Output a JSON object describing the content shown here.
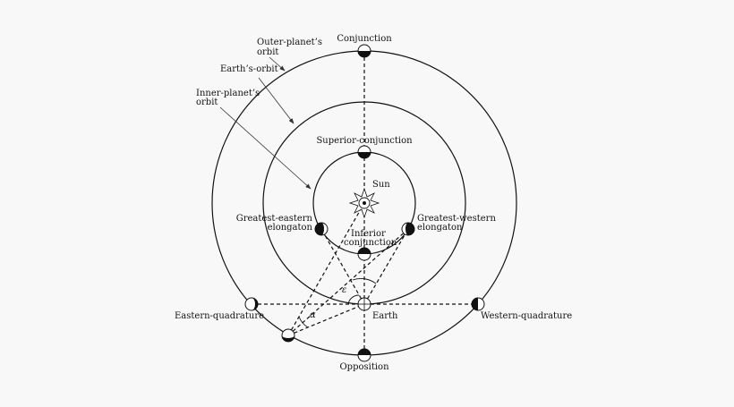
{
  "labels": {
    "outer_orbit_1": "Outer-planet’s",
    "outer_orbit_2": "orbit",
    "earth_orbit": "Earth’s-orbit",
    "inner_orbit_1": "Inner-planet’s",
    "inner_orbit_2": "orbit",
    "conjunction": "Conjunction",
    "superior_conjunction": "Superior-conjunction",
    "sun": "Sun",
    "greatest_eastern_1": "Greatest-eastern",
    "greatest_eastern_2": "elongaton",
    "greatest_western_1": "Greatest-western",
    "greatest_western_2": "elongaton",
    "inferior_1": "Inferior",
    "inferior_2": "conjunction",
    "eastern_quadrature": "Eastern-quadrature",
    "western_quadrature": "Western-quadrature",
    "earth": "Earth",
    "opposition": "Opposition",
    "epsilon": "ε",
    "alpha": "α"
  },
  "colors": {
    "ink": "#111111",
    "background": "#f8f8f8"
  },
  "icons": {
    "sun": "sun-icon",
    "earth": "earth-icon",
    "planet": "planet-phase-icon"
  }
}
